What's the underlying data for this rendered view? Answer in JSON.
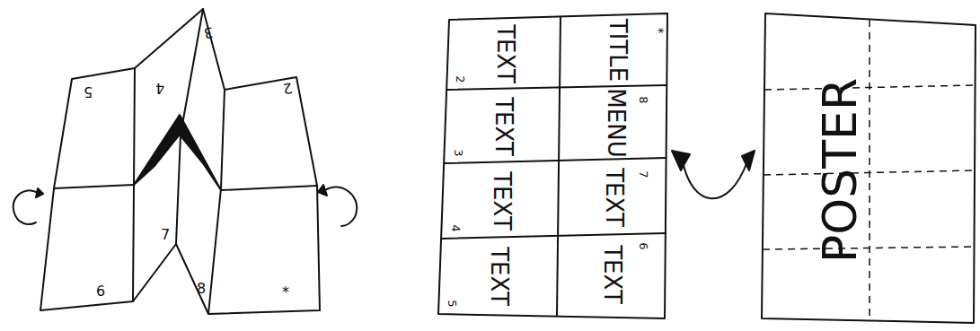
{
  "diagram": {
    "labels": [
      "5",
      "4",
      "3",
      "2",
      "6",
      "7",
      "8",
      "*",
      "TEXT",
      "TITLE",
      "*",
      "2",
      "TEXT",
      "MENU",
      "8",
      "3",
      "TEXT",
      "TEXT",
      "7",
      "4",
      "TEXT",
      "TEXT",
      "6",
      "5",
      "POSTER"
    ]
  }
}
